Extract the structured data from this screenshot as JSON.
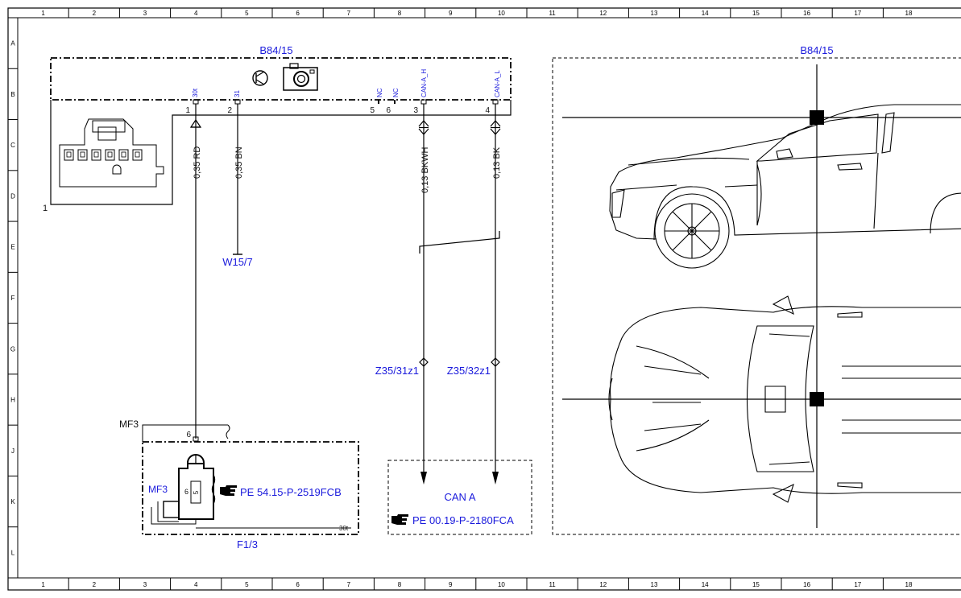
{
  "grid": {
    "columns": [
      "1",
      "2",
      "3",
      "4",
      "5",
      "6",
      "7",
      "8",
      "9",
      "10",
      "11",
      "12",
      "13",
      "14",
      "15",
      "16",
      "17",
      "18"
    ],
    "rows": [
      "A",
      "B",
      "C",
      "D",
      "E",
      "F",
      "G",
      "H",
      "J",
      "K",
      "L"
    ]
  },
  "component_main": {
    "label": "B84/15",
    "pins": [
      {
        "num": "1",
        "tag": "30t"
      },
      {
        "num": "2",
        "tag": "31"
      },
      {
        "num": "5",
        "tag": "NC"
      },
      {
        "num": "6",
        "tag": "NC"
      },
      {
        "num": "3",
        "tag": "CAN-A_H"
      },
      {
        "num": "4",
        "tag": "CAN-A_L"
      }
    ],
    "connector_ref": "1"
  },
  "wires": [
    {
      "spec": "0,35 RD"
    },
    {
      "spec": "0,35 BN"
    },
    {
      "spec": "0,13 BKWH"
    },
    {
      "spec": "0,13 BK"
    }
  ],
  "ground": {
    "label": "W15/7"
  },
  "junctions": [
    {
      "label": "Z35/31z1"
    },
    {
      "label": "Z35/32z1"
    }
  ],
  "fuse": {
    "harness_label": "MF3",
    "pin_top": "6",
    "inner_label": "MF3",
    "inner_pin_left": "6",
    "inner_pin_mid": "5",
    "reference": "PE 54.15-P-2519FCB",
    "terminal": "30t",
    "label": "F1/3"
  },
  "can_box": {
    "title": "CAN A",
    "reference": "PE 00.19-P-2180FCA"
  },
  "location": {
    "label": "B84/15"
  }
}
